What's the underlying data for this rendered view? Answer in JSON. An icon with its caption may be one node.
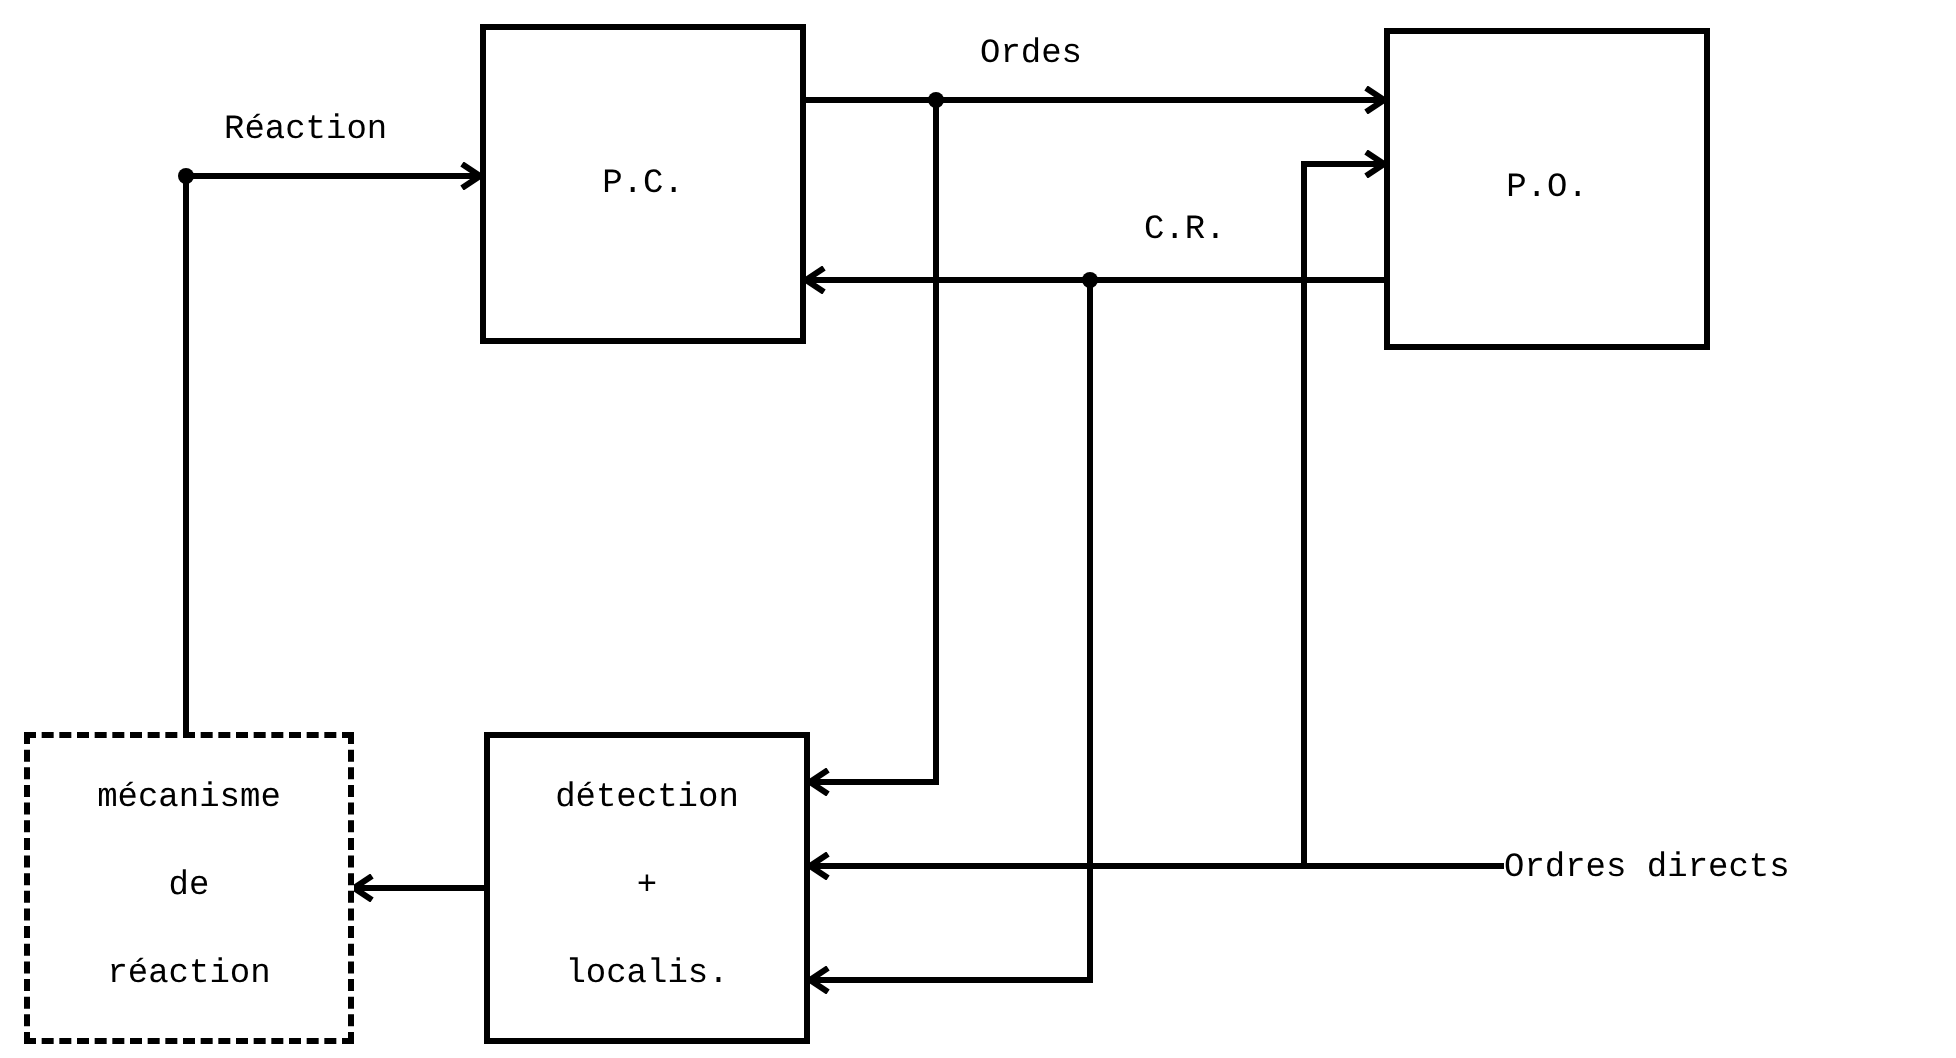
{
  "diagram": {
    "nodes": [
      {
        "text": [
          "P.C."
        ]
      },
      {
        "text": [
          "P.O."
        ]
      },
      {
        "text": [
          "mécanisme de réaction"
        ]
      },
      {
        "text": [
          "détection + localis."
        ]
      },
      {
        "text": [
          "Ordres directs"
        ]
      }
    ],
    "edges": [
      {
        "from": 0,
        "to": 1,
        "arrow": "to",
        "label": "Ordes"
      },
      {
        "from": 0,
        "to": 3,
        "arrow": "to"
      },
      {
        "from": 1,
        "to": 0,
        "arrow": "to",
        "label": "C.R."
      },
      {
        "from": 1,
        "to": 3,
        "arrow": "to"
      },
      {
        "from": 4,
        "to": 3,
        "arrow": "to"
      },
      {
        "from": 4,
        "to": 1,
        "arrow": "to"
      },
      {
        "from": 3,
        "to": 2,
        "arrow": "to"
      },
      {
        "from": 2,
        "to": 0,
        "arrow": "to",
        "label": "Réaction"
      }
    ]
  }
}
